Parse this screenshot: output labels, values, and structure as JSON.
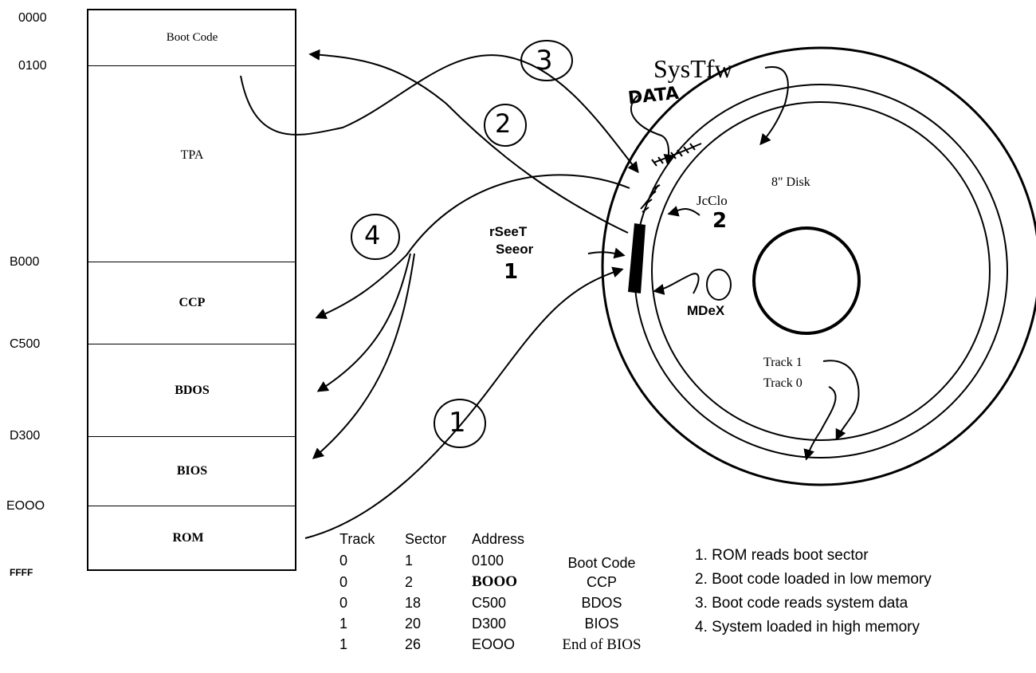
{
  "memory_map": {
    "addresses": [
      "0000",
      "0100",
      "B000",
      "C500",
      "D300",
      "EOOO",
      "FFFF"
    ],
    "regions": [
      "Boot Code",
      "TPA",
      "CCP",
      "BDOS",
      "BIOS",
      "ROM"
    ]
  },
  "disk": {
    "label": "8\" Disk",
    "system_label": "SysTfw",
    "data_label": "DATA",
    "track1_label": "Track 1",
    "track0_label": "Track 0",
    "jcclo_label": "JcClo",
    "jcclo_num": "2",
    "rseet_label": "rSeeT",
    "seeor_label": "Seeor",
    "sector_num": "1",
    "mdex_label": "MDeX"
  },
  "steps_circled": [
    "1",
    "2",
    "3",
    "4"
  ],
  "table": {
    "headers": [
      "Track",
      "Sector",
      "Address",
      ""
    ],
    "rows": [
      [
        "0",
        "1",
        "0100",
        "Boot Code"
      ],
      [
        "0",
        "2",
        "BOOO",
        "CCP"
      ],
      [
        "0",
        "18",
        "C500",
        "BDOS"
      ],
      [
        "1",
        "20",
        "D300",
        "BIOS"
      ],
      [
        "1",
        "26",
        "EOOO",
        "End of BIOS"
      ]
    ]
  },
  "notes": [
    "1. ROM reads boot sector",
    "2. Boot code loaded in low memory",
    "3. Boot code reads system data",
    "4. System loaded in high memory"
  ]
}
